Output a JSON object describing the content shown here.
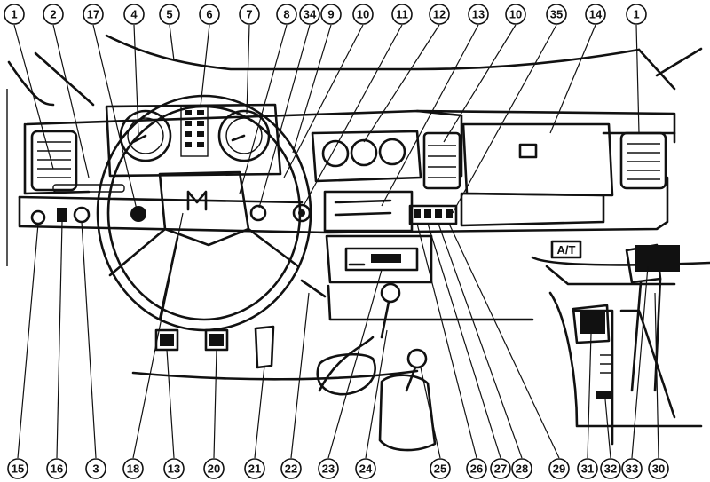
{
  "figure": {
    "gear_panel_label": "A/T",
    "callouts": [
      {
        "id": "top-1-left",
        "label": "1"
      },
      {
        "id": "top-2",
        "label": "2"
      },
      {
        "id": "top-17",
        "label": "17"
      },
      {
        "id": "top-4",
        "label": "4"
      },
      {
        "id": "top-5",
        "label": "5"
      },
      {
        "id": "top-6",
        "label": "6"
      },
      {
        "id": "top-7",
        "label": "7"
      },
      {
        "id": "top-8",
        "label": "8"
      },
      {
        "id": "top-34",
        "label": "34"
      },
      {
        "id": "top-9",
        "label": "9"
      },
      {
        "id": "top-10-a",
        "label": "10"
      },
      {
        "id": "top-11",
        "label": "11"
      },
      {
        "id": "top-12",
        "label": "12"
      },
      {
        "id": "top-13",
        "label": "13"
      },
      {
        "id": "top-10-b",
        "label": "10"
      },
      {
        "id": "top-35",
        "label": "35"
      },
      {
        "id": "top-14",
        "label": "14"
      },
      {
        "id": "top-1-right",
        "label": "1"
      },
      {
        "id": "bot-15",
        "label": "15"
      },
      {
        "id": "bot-16",
        "label": "16"
      },
      {
        "id": "bot-3",
        "label": "3"
      },
      {
        "id": "bot-18",
        "label": "18"
      },
      {
        "id": "bot-13",
        "label": "13"
      },
      {
        "id": "bot-20",
        "label": "20"
      },
      {
        "id": "bot-21",
        "label": "21"
      },
      {
        "id": "bot-22",
        "label": "22"
      },
      {
        "id": "bot-23",
        "label": "23"
      },
      {
        "id": "bot-24",
        "label": "24"
      },
      {
        "id": "bot-25",
        "label": "25"
      },
      {
        "id": "bot-26",
        "label": "26"
      },
      {
        "id": "bot-27",
        "label": "27"
      },
      {
        "id": "bot-28",
        "label": "28"
      },
      {
        "id": "bot-29",
        "label": "29"
      },
      {
        "id": "bot-31",
        "label": "31"
      },
      {
        "id": "bot-32",
        "label": "32"
      },
      {
        "id": "bot-33",
        "label": "33"
      },
      {
        "id": "bot-30",
        "label": "30"
      }
    ]
  }
}
